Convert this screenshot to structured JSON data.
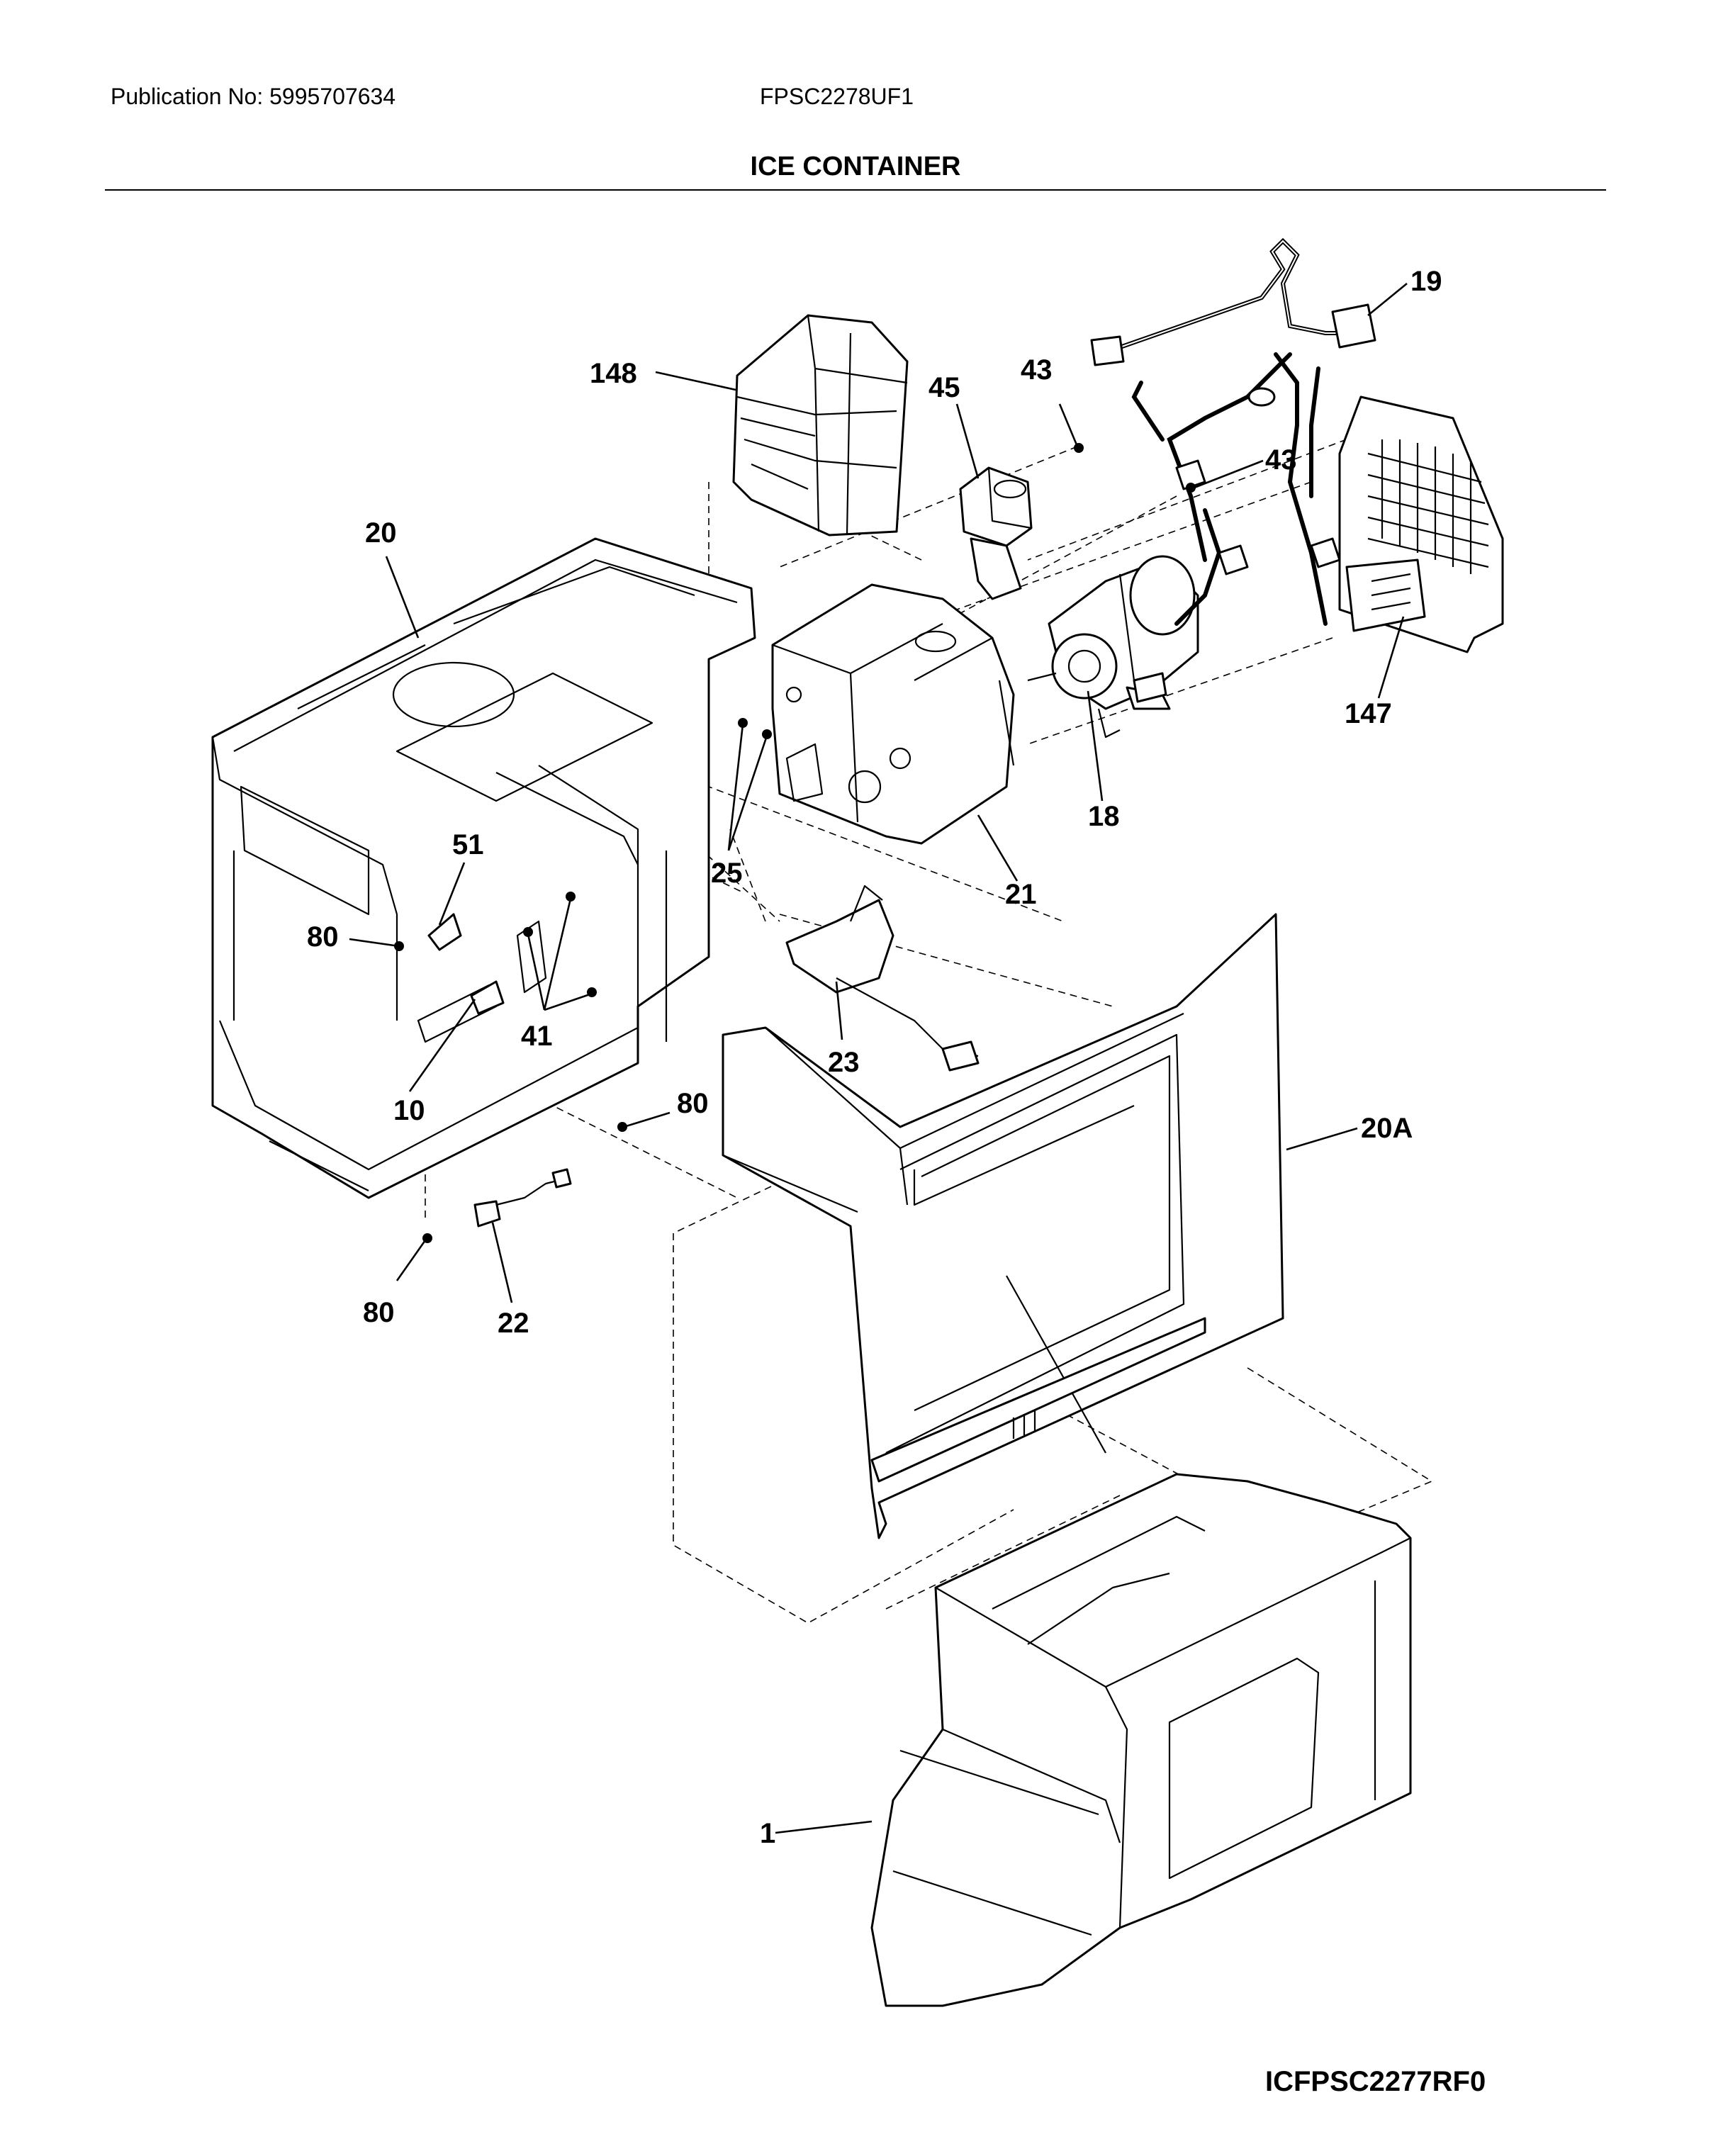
{
  "header": {
    "publication": "Publication No: 5995707634",
    "model": "FPSC2278UF1",
    "title": "ICE CONTAINER"
  },
  "drawing_code": "ICFPSC2277RF0",
  "callouts": {
    "c148": "148",
    "c45": "45",
    "c43a": "43",
    "c19": "19",
    "c43b": "43",
    "c20": "20",
    "c147": "147",
    "c18": "18",
    "c51": "51",
    "c25": "25",
    "c21": "21",
    "c80a": "80",
    "c41": "41",
    "c23": "23",
    "c10": "10",
    "c80b": "80",
    "c20A": "20A",
    "c80c": "80",
    "c22": "22",
    "c1": "1"
  }
}
